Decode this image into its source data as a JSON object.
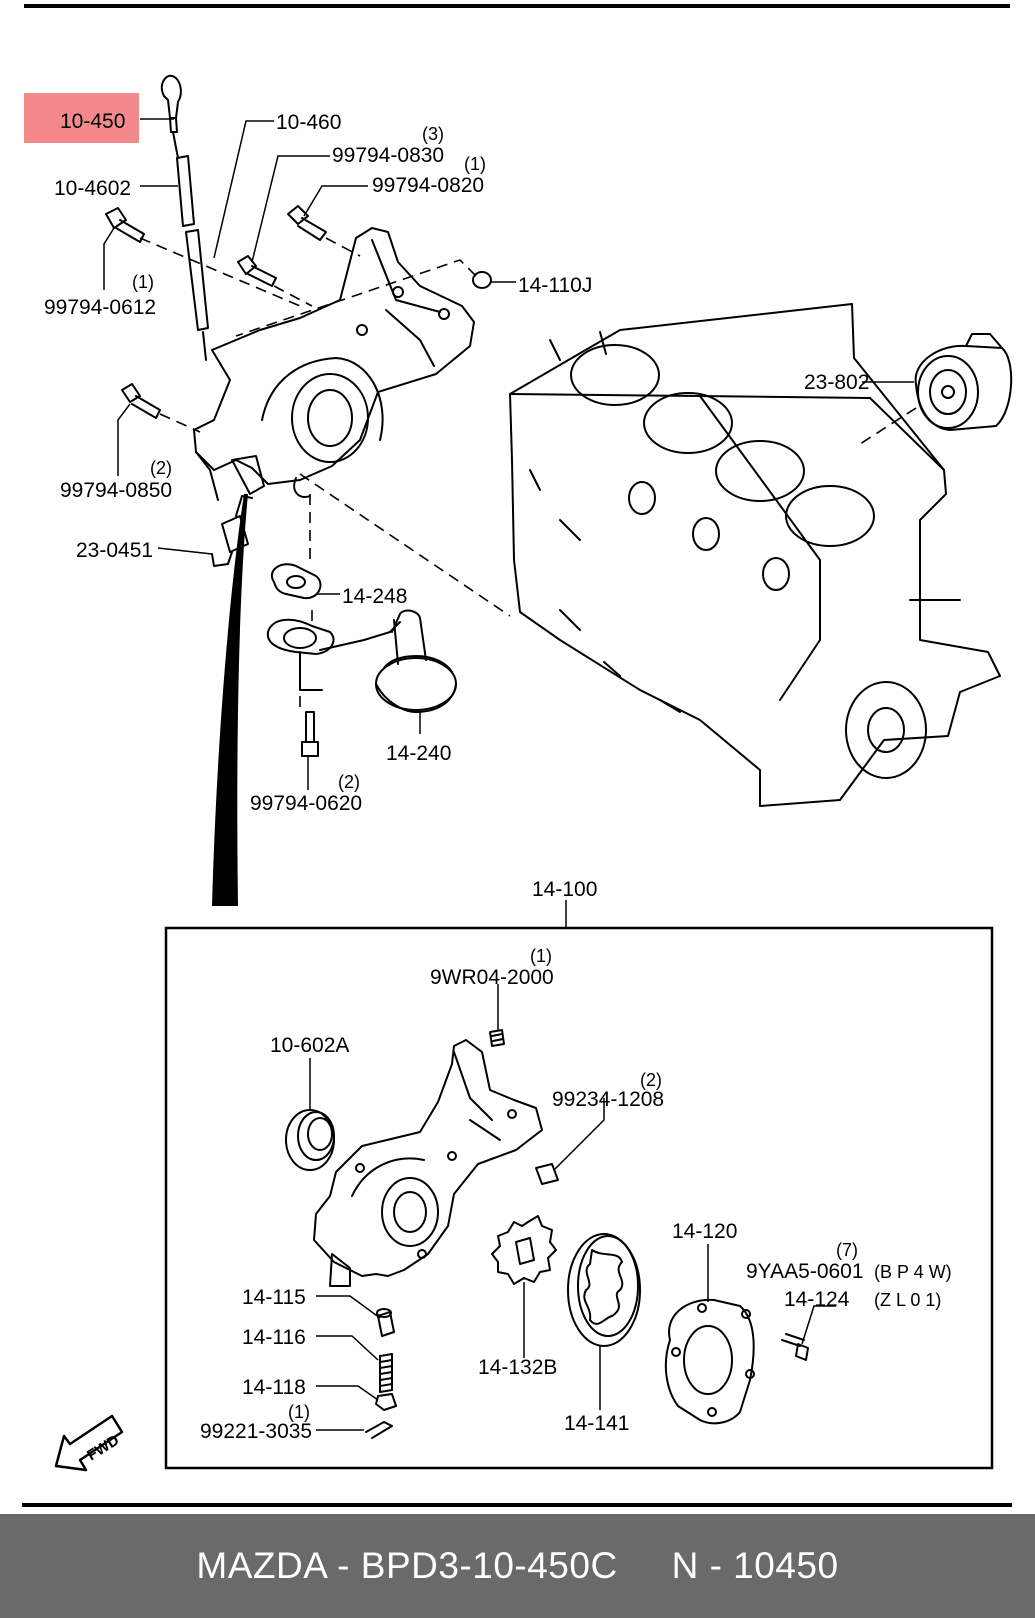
{
  "footer": {
    "text": "MAZDA - BPD3-10-450C     N - 10450"
  },
  "highlight": {
    "color": "#f4898c",
    "part_label": "10-450"
  },
  "labels": {
    "p10_460": "10-460",
    "p10_4602": "10-4602",
    "p99794_0830": "99794-0830",
    "q99794_0830": "(3)",
    "p99794_0820": "99794-0820",
    "q99794_0820": "(1)",
    "p14_110J": "14-110J",
    "p99794_0612": "99794-0612",
    "q99794_0612": "(1)",
    "p23_802": "23-802",
    "p99794_0850": "99794-0850",
    "q99794_0850": "(2)",
    "p23_0451": "23-0451",
    "p14_248": "14-248",
    "p14_240": "14-240",
    "p99794_0620": "99794-0620",
    "q99794_0620": "(2)",
    "p14_100": "14-100",
    "p9WR04_2000": "9WR04-2000",
    "q9WR04_2000": "(1)",
    "p10_602A": "10-602A",
    "p99234_1208": "99234-1208",
    "q99234_1208": "(2)",
    "p14_120": "14-120",
    "p9YAA5_0601": "9YAA5-0601",
    "q9YAA5_0601": "(7)",
    "bp4w": "(B P 4 W)",
    "p14_124": "14-124",
    "zl01": "(Z L 0 1)",
    "p14_115": "14-115",
    "p14_116": "14-116",
    "p14_118": "14-118",
    "p99221_3035": "99221-3035",
    "q99221_3035": "(1)",
    "p14_132B": "14-132B",
    "p14_141": "14-141",
    "fwd": "FWD"
  },
  "icons": {
    "fwd_arrow": "fwd-arrow-icon"
  }
}
